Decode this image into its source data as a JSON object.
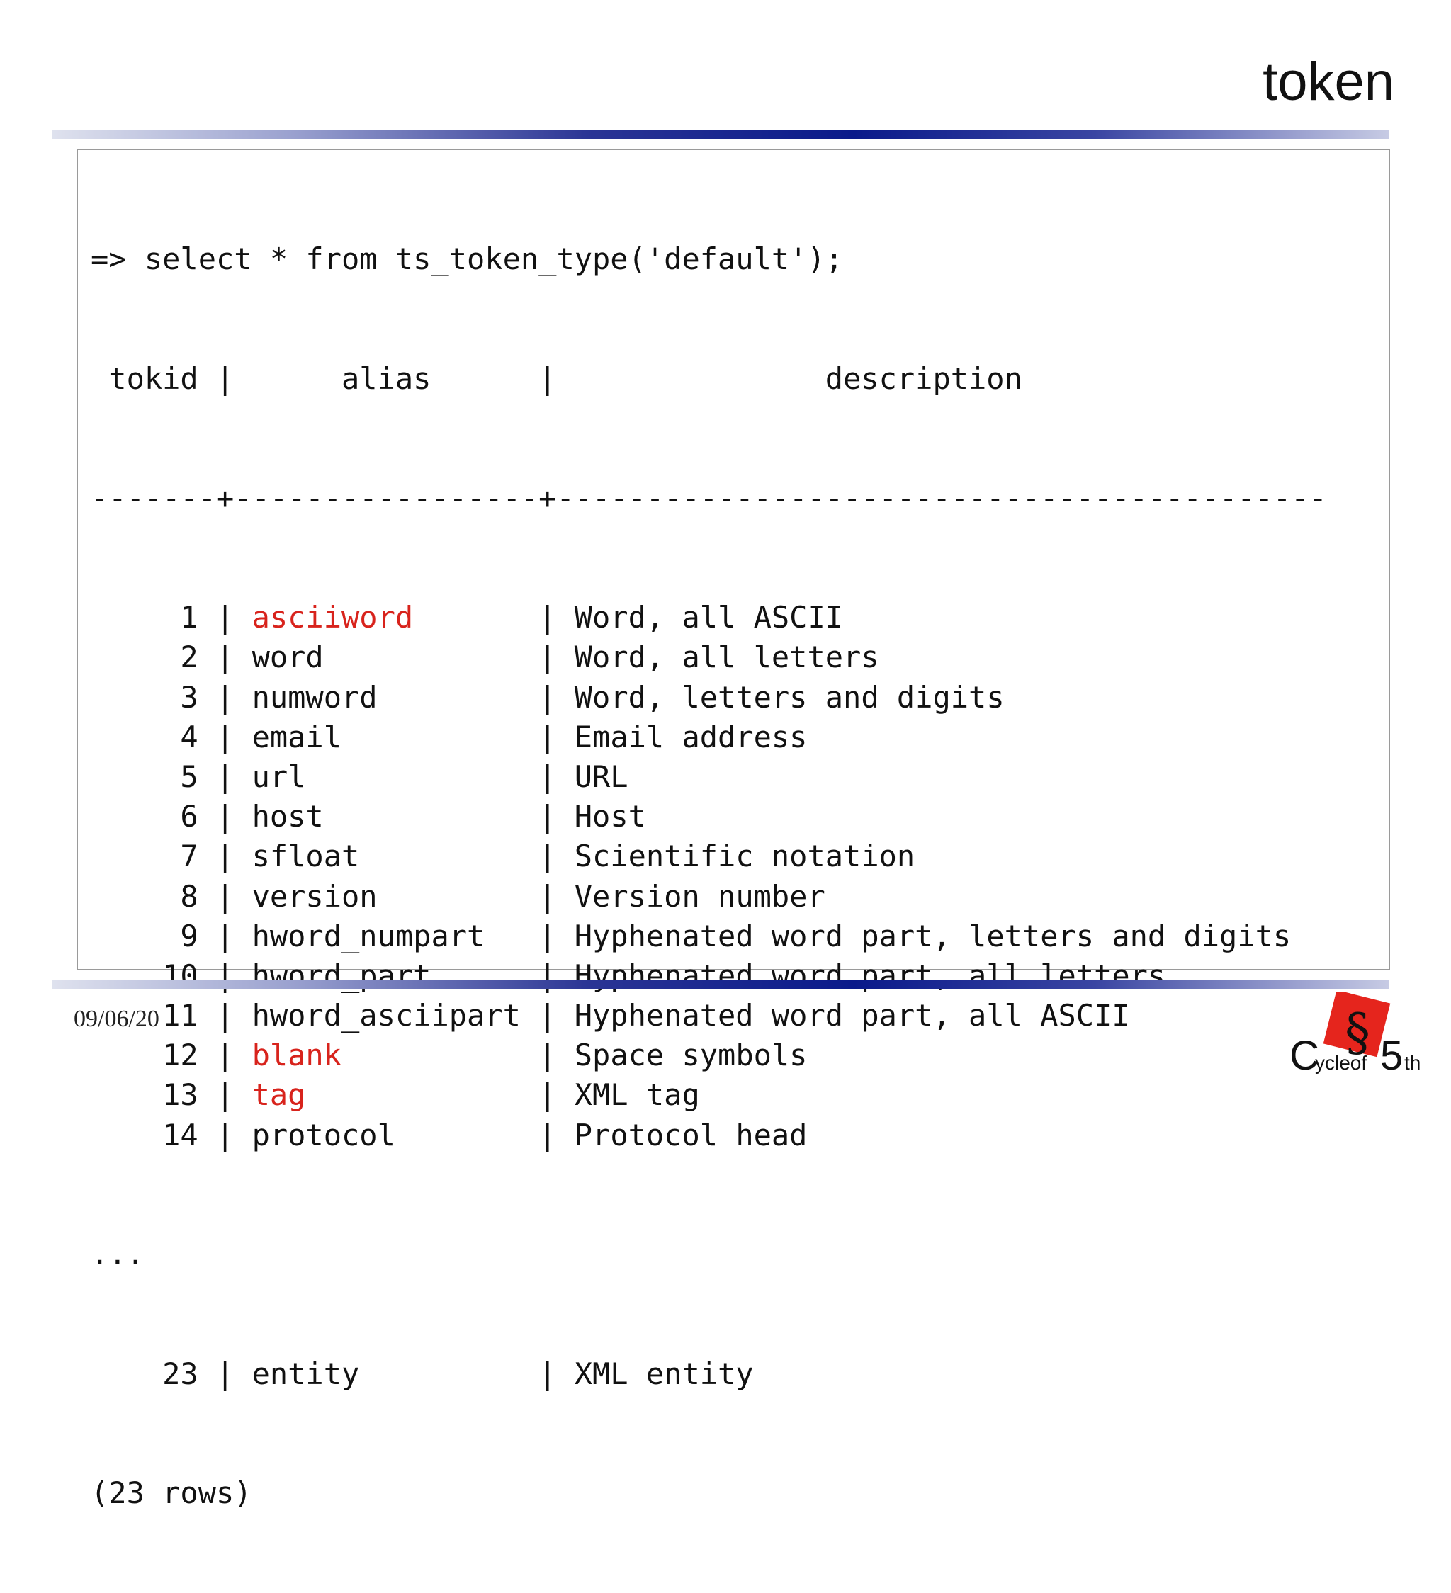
{
  "slide": {
    "title": "token",
    "date": "09/06/20"
  },
  "code": {
    "command": "=> select * from ts_token_type('default');",
    "header": " tokid |      alias      |               description",
    "separator": "-------+-----------------+-------------------------------------------",
    "rows": [
      {
        "num": "     1 | ",
        "alias": "asciiword",
        "highlight": true,
        "pad": "       | ",
        "desc": "Word, all ASCII"
      },
      {
        "num": "     2 | ",
        "alias": "word",
        "highlight": false,
        "pad": "            | ",
        "desc": "Word, all letters"
      },
      {
        "num": "     3 | ",
        "alias": "numword",
        "highlight": false,
        "pad": "         | ",
        "desc": "Word, letters and digits"
      },
      {
        "num": "     4 | ",
        "alias": "email",
        "highlight": false,
        "pad": "           | ",
        "desc": "Email address"
      },
      {
        "num": "     5 | ",
        "alias": "url",
        "highlight": false,
        "pad": "             | ",
        "desc": "URL"
      },
      {
        "num": "     6 | ",
        "alias": "host",
        "highlight": false,
        "pad": "            | ",
        "desc": "Host"
      },
      {
        "num": "     7 | ",
        "alias": "sfloat",
        "highlight": false,
        "pad": "          | ",
        "desc": "Scientific notation"
      },
      {
        "num": "     8 | ",
        "alias": "version",
        "highlight": false,
        "pad": "         | ",
        "desc": "Version number"
      },
      {
        "num": "     9 | ",
        "alias": "hword_numpart",
        "highlight": false,
        "pad": "   | ",
        "desc": "Hyphenated word part, letters and digits"
      },
      {
        "num": "    10 | ",
        "alias": "hword_part",
        "highlight": false,
        "pad": "      | ",
        "desc": "Hyphenated word part, all letters"
      },
      {
        "num": "    11 | ",
        "alias": "hword_asciipart",
        "highlight": false,
        "pad": " | ",
        "desc": "Hyphenated word part, all ASCII"
      },
      {
        "num": "    12 | ",
        "alias": "blank",
        "highlight": true,
        "pad": "           | ",
        "desc": "Space symbols"
      },
      {
        "num": "    13 | ",
        "alias": "tag",
        "highlight": true,
        "pad": "             | ",
        "desc": "XML tag"
      },
      {
        "num": "    14 | ",
        "alias": "protocol",
        "highlight": false,
        "pad": "        | ",
        "desc": "Protocol head"
      }
    ],
    "ellipsis": "...",
    "last_row": {
      "num": "    23 | ",
      "alias": "entity",
      "highlight": false,
      "pad": "          | ",
      "desc": "XML entity"
    },
    "footer": "(23 rows)"
  },
  "logo": {
    "text_c": "C",
    "text_ycleof": "ycleof",
    "text_5": "5",
    "text_th": "th",
    "symbol": "§",
    "accent_color": "#e5251d"
  }
}
